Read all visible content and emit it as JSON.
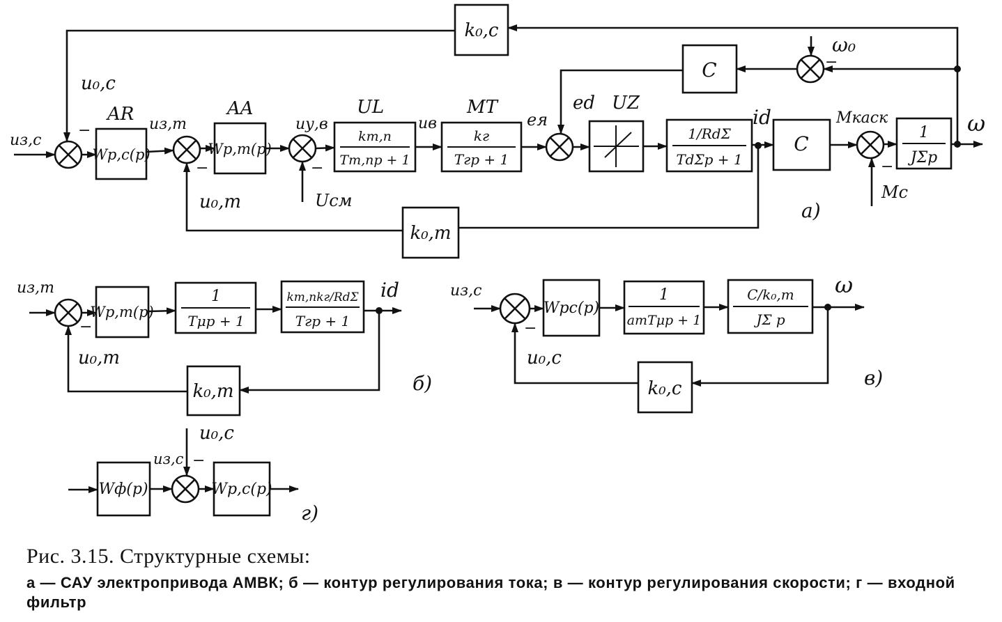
{
  "diagram_a": {
    "block_labels": {
      "ar": "AR",
      "aa": "AA",
      "ul": "UL",
      "mt": "MT",
      "uz": "UZ"
    },
    "blocks": {
      "k_os_top": "k₀,c",
      "c_emf": "C",
      "w_rs": "Wр,c(p)",
      "w_rt": "Wр,т(p)",
      "ul_num": "kт,п",
      "ul_den": "Tт,пp + 1",
      "mt_num": "kг",
      "mt_den": "Tгp + 1",
      "load_num": "1/RdΣ",
      "load_den": "TdΣp + 1",
      "c_torque": "C",
      "mech_num": "1",
      "mech_den": "JΣp",
      "k_ot": "k₀,т"
    },
    "signals": {
      "u_zs": "uз,c",
      "u_os": "u₀,c",
      "u_zt": "uз,т",
      "u_yv": "uу,в",
      "u_v": "uв",
      "e_ya": "eя",
      "e_d": "ed",
      "i_d": "id",
      "m_kask": "Mкаск",
      "omega": "ω",
      "omega_0": "ω₀",
      "u_ot": "u₀,т",
      "u_sm": "Uсм",
      "m_c": "Mc",
      "minus": "−"
    },
    "tag": "а)"
  },
  "diagram_b": {
    "signals": {
      "u_zt": "uз,т",
      "u_ot": "u₀,т",
      "i_d": "id",
      "minus": "−"
    },
    "blocks": {
      "w_rt": "Wр,т(p)",
      "f_num": "1",
      "f_den": "Tμp + 1",
      "g_num": "kт,пkг/RdΣ",
      "g_den": "Tгp + 1",
      "k_ot": "k₀,т"
    },
    "tag": "б)"
  },
  "diagram_v": {
    "signals": {
      "u_zs": "uз,c",
      "u_os": "u₀,c",
      "omega": "ω",
      "minus": "−"
    },
    "blocks": {
      "w_rs": "Wрc(p)",
      "f_num": "1",
      "f_den": "aтTμp + 1",
      "g_num": "C/k₀,т",
      "g_den": "JΣ p",
      "k_os": "k₀,c"
    },
    "tag": "в)"
  },
  "diagram_g": {
    "signals": {
      "u_os": "u₀,c",
      "u_zs": "uз,c",
      "minus": "−"
    },
    "blocks": {
      "w_f": "Wф(p)",
      "w_rs": "Wр,c(p)"
    },
    "tag": "г)"
  },
  "caption": {
    "title": "Рис. 3.15. Структурные схемы:",
    "body": "а — САУ электропривода АМВК; б — контур регулирования тока; в — контур регулирования скорости; г — входной фильтр"
  }
}
